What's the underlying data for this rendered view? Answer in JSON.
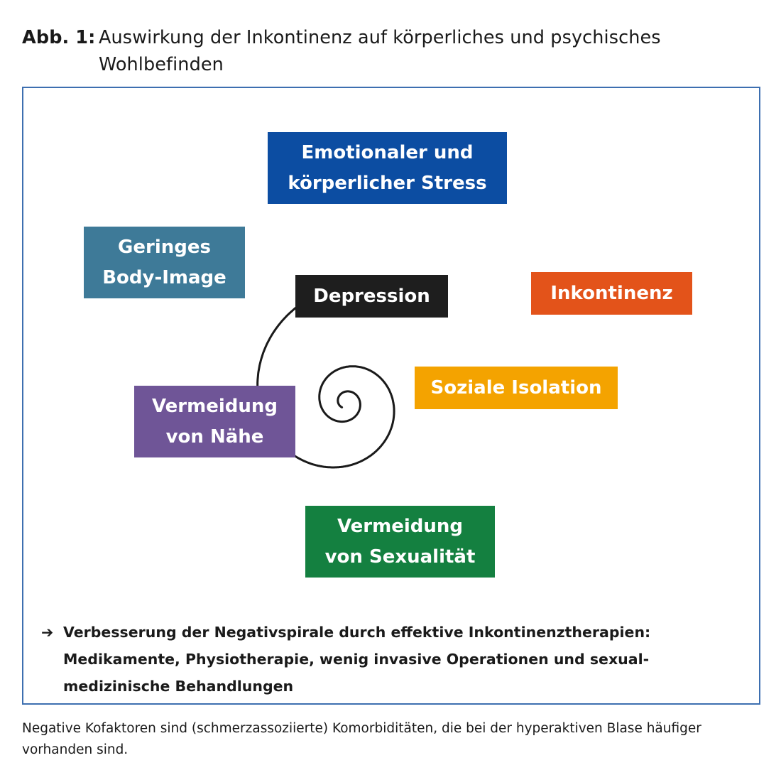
{
  "figure": {
    "label": "Abb. 1:",
    "title": "Auswirkung der Inkontinenz auf körperliches und psychisches Wohlbefinden"
  },
  "diagram": {
    "boxes": {
      "emotional_stress": {
        "line1": "Emotionaler und",
        "line2": "körperlicher Stress",
        "color": "#0c4da2"
      },
      "body_image": {
        "line1": "Geringes",
        "line2": "Body-Image",
        "color": "#3e7a98"
      },
      "depression": {
        "line1": "Depression",
        "color": "#1e1e1e"
      },
      "inkontinenz": {
        "line1": "Inkontinenz",
        "color": "#e3531a"
      },
      "soziale_isolation": {
        "line1": "Soziale Isolation",
        "color": "#f4a300"
      },
      "vermeidung_naehe": {
        "line1": "Vermeidung",
        "line2": "von Nähe",
        "color": "#6f5597"
      },
      "vermeidung_sexualitaet": {
        "line1": "Vermeidung",
        "line2": "von Sexualität",
        "color": "#148040"
      }
    },
    "frame_color": "#3d6fb0",
    "spiral_color": "#1a1a1a"
  },
  "note": {
    "arrow": "➔",
    "text": "Verbesserung der Negativspirale durch effektive Inkontinenztherapien: Medikamente, Physiotherapie, wenig invasive Operationen und sexual- medizinische Behandlungen"
  },
  "caption": "Negative Kofaktoren sind (schmerzassoziierte) Komorbiditäten, die bei der hyperaktiven Blase häufiger vorhanden sind."
}
